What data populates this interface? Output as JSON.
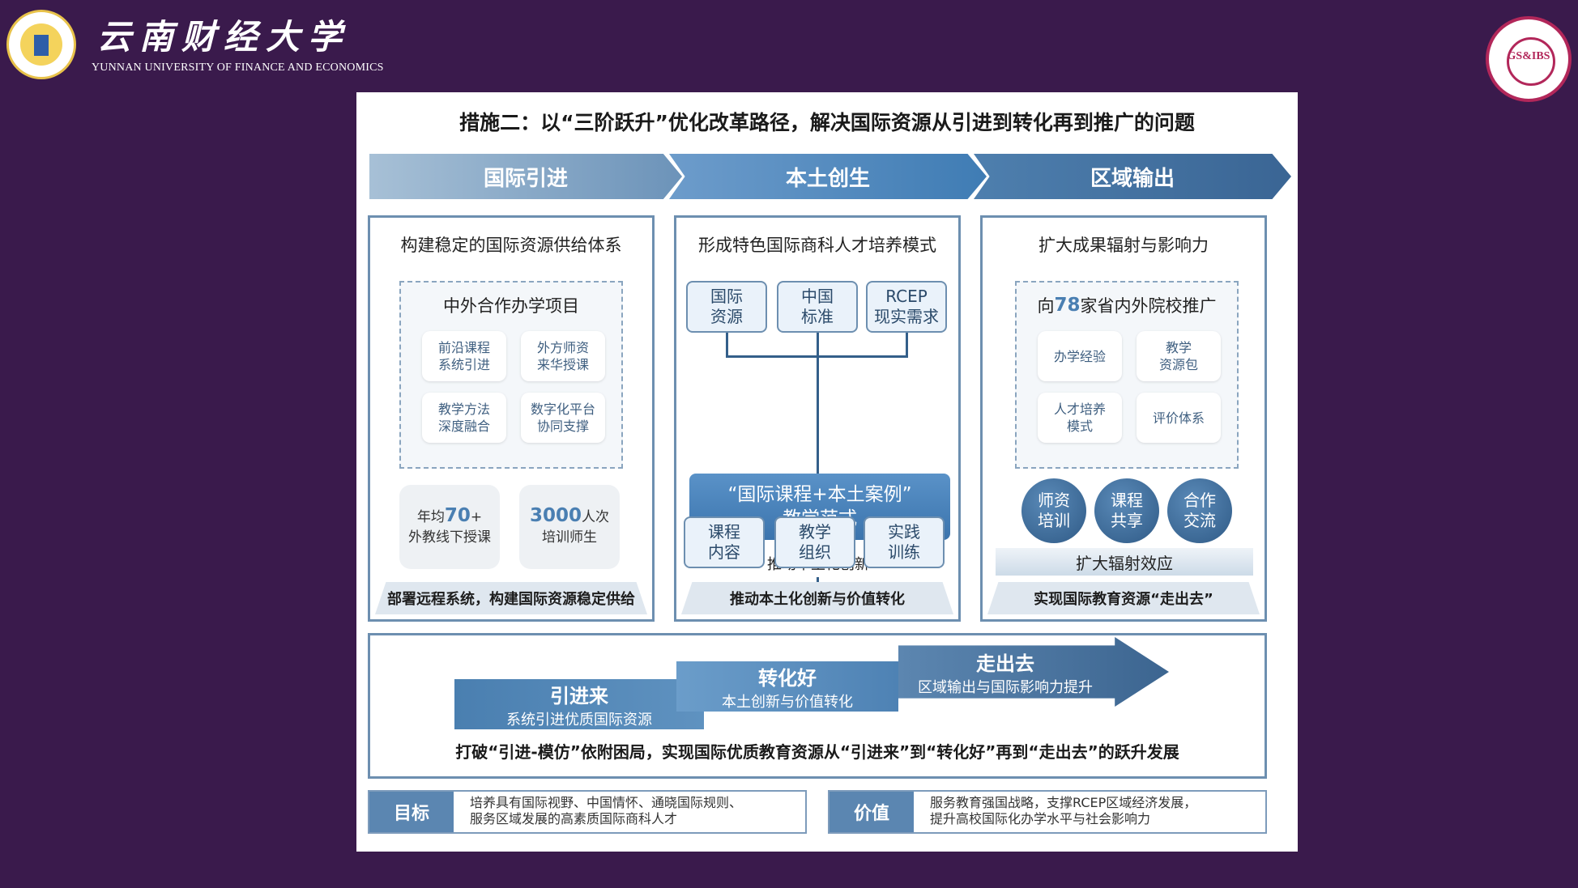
{
  "header": {
    "university_cn": "云南财经大学",
    "university_en": "YUNNAN UNIVERSITY OF FINANCE AND ECONOMICS",
    "right_logo_text": "GS&IBS"
  },
  "slide": {
    "title": "措施二：以“三阶跃升”优化改革路径，解决国际资源从引进到转化再到推广的问题",
    "steps": [
      "国际引进",
      "本土创生",
      "区域输出"
    ],
    "col1": {
      "heading": "构建稳定的国际资源供给体系",
      "box_title": "中外合作办学项目",
      "chips": [
        [
          "前沿课程",
          "系统引进"
        ],
        [
          "外方师资",
          "来华授课"
        ],
        [
          "教学方法",
          "深度融合"
        ],
        [
          "数字化平台",
          "协同支撑"
        ]
      ],
      "stat1": {
        "prefix": "年均",
        "number": "70",
        "plus": "+",
        "line2": "外教线下授课"
      },
      "stat2": {
        "number": "3000",
        "unit": "人次",
        "line2": "培训师生"
      },
      "footer": "部署远程系统，构建国际资源稳定供给"
    },
    "col2": {
      "heading": "形成特色国际商科人才培养模式",
      "inputs": [
        [
          "国际",
          "资源"
        ],
        [
          "中国",
          "标准"
        ],
        [
          "RCEP",
          "现实需求"
        ]
      ],
      "core": [
        "“国际课程+本土案例”",
        "教学范式"
      ],
      "mid_label": "推动本土化创新",
      "outputs": [
        [
          "课程",
          "内容"
        ],
        [
          "教学",
          "组织"
        ],
        [
          "实践",
          "训练"
        ]
      ],
      "footer": "推动本土化创新与价值转化"
    },
    "col3": {
      "heading": "扩大成果辐射与影响力",
      "box_title_prefix": "向",
      "box_title_number": "78",
      "box_title_suffix": "家省内外院校推广",
      "chips": [
        [
          "办学经验"
        ],
        [
          "教学",
          "资源包"
        ],
        [
          "人才培养",
          "模式"
        ],
        [
          "评价体系"
        ]
      ],
      "bubbles": [
        [
          "师资",
          "培训"
        ],
        [
          "课程",
          "共享"
        ],
        [
          "合作",
          "交流"
        ]
      ],
      "platform": "扩大辐射效应",
      "footer": "实现国际教育资源“走出去”"
    },
    "progress": {
      "stage1": {
        "title": "引进来",
        "sub": "系统引进优质国际资源"
      },
      "stage2": {
        "title": "转化好",
        "sub": "本土创新与价值转化"
      },
      "stage3": {
        "title": "走出去",
        "sub": "区域输出与国际影响力提升"
      },
      "caption": "打破“引进-模仿”依附困局，实现国际优质教育资源从“引进来”到“转化好”再到“走出去”的跃升发展"
    },
    "goal": {
      "tag": "目标",
      "lines": [
        "培养具有国际视野、中国情怀、通晓国际规则、",
        "服务区域发展的高素质国际商科人才"
      ]
    },
    "value": {
      "tag": "价值",
      "lines": [
        "服务教育强国战略，支撑RCEP区域经济发展，",
        "提升高校国际化办学水平与社会影响力"
      ]
    }
  }
}
